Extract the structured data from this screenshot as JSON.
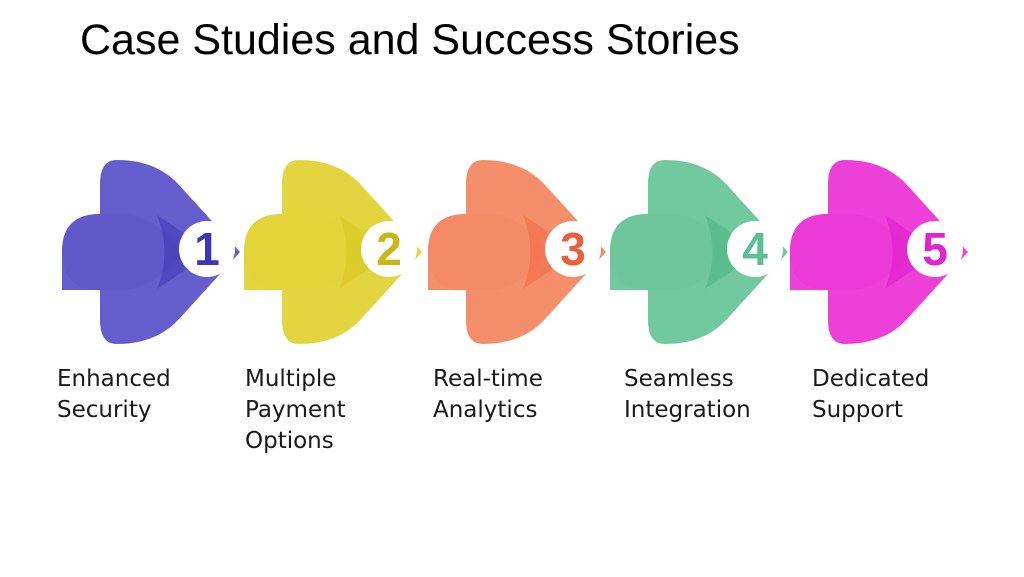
{
  "title": "Case Studies and Success Stories",
  "steps": [
    {
      "number": "1",
      "label": "Enhanced\nSecurity",
      "color": "#6158CA",
      "dark": "#3E36B4",
      "text": "#3E36B4"
    },
    {
      "number": "2",
      "label": "Multiple\nPayment\nOptions",
      "color": "#E2D43A",
      "dark": "#D8C41A",
      "text": "#C9B812"
    },
    {
      "number": "3",
      "label": "Real-time\nAnalytics",
      "color": "#F58A66",
      "dark": "#EE6A44",
      "text": "#EA5E38"
    },
    {
      "number": "4",
      "label": "Seamless\nIntegration",
      "color": "#6DC69C",
      "dark": "#48B47F",
      "text": "#5DBF92"
    },
    {
      "number": "5",
      "label": "Dedicated\nSupport",
      "color": "#EC3AD8",
      "dark": "#DB1CC8",
      "text": "#E125CE"
    }
  ]
}
